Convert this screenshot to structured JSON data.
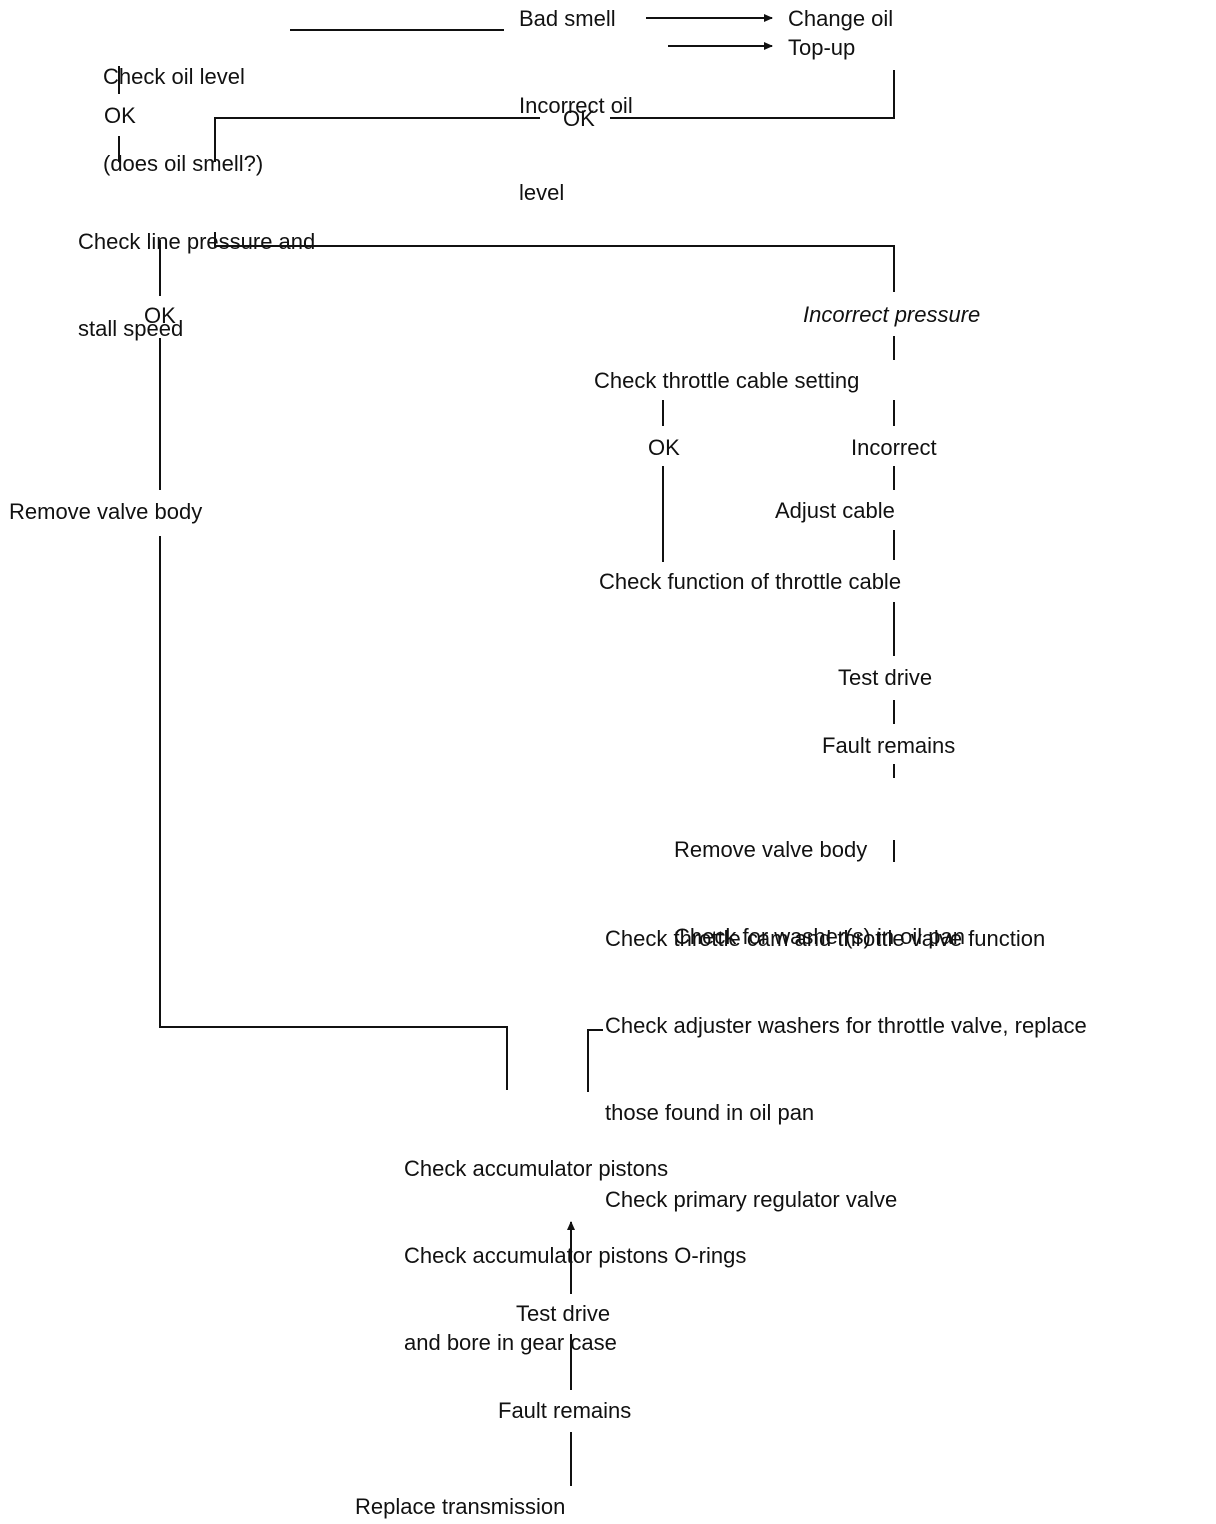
{
  "colors": {
    "ink": "#111111",
    "background": "#ffffff"
  },
  "nodes": {
    "check_oil": [
      "Check oil level",
      "(does oil smell?)"
    ],
    "bad_smell": "Bad smell",
    "incorrect_oil_level": [
      "Incorrect oil",
      "level"
    ],
    "change_oil": "Change oil",
    "top_up": "Top-up",
    "ok_oil": "OK",
    "ok_topup": "OK",
    "check_line_pressure": [
      "Check line pressure and",
      "stall speed"
    ],
    "ok_pressure": "OK",
    "incorrect_pressure": "Incorrect pressure",
    "check_throttle_setting": "Check throttle cable setting",
    "ok_throttle": "OK",
    "incorrect_throttle": "Incorrect",
    "adjust_cable": "Adjust cable",
    "check_throttle_function": "Check function of throttle cable",
    "remove_valve_body_left": "Remove valve body",
    "test_drive_right": "Test drive",
    "fault_remains_right": "Fault remains",
    "remove_valve_body_right": [
      "Remove valve body",
      "Check for washer(s) in oil pan"
    ],
    "throttle_cam_checks": [
      "Check throttle cam and throttle valve function",
      "Check adjuster washers for throttle valve, replace",
      "those found in oil pan",
      "Check primary regulator valve"
    ],
    "accumulator_checks": [
      "Check accumulator pistons",
      "Check accumulator pistons O-rings",
      "and bore in gear case"
    ],
    "test_drive_bottom": "Test drive",
    "fault_remains_bottom": "Fault remains",
    "replace_transmission": "Replace transmission"
  }
}
